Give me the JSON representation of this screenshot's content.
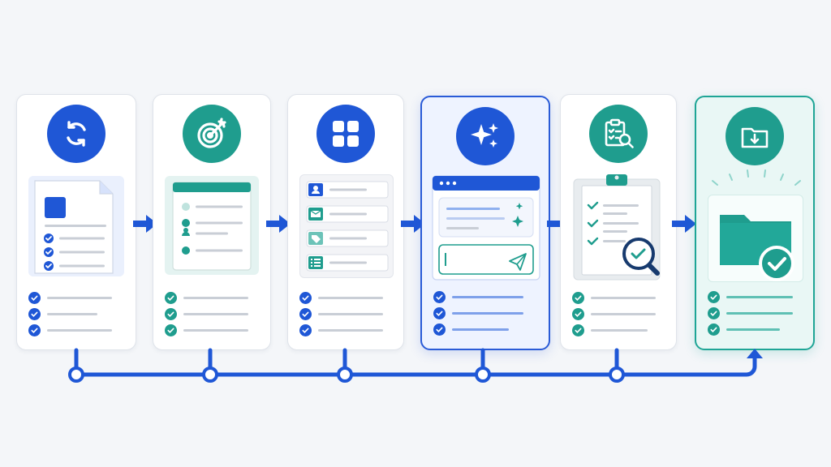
{
  "colors": {
    "blue": "#1f57d6",
    "teal": "#1f9d8e",
    "card_border": "#dfe3ea",
    "line_gray": "#c9ced6",
    "active_blue_bg": "#eef3ff",
    "active_teal_bg": "#e9f7f5"
  },
  "steps": [
    {
      "icon": "sync-icon",
      "panel": "document-icon",
      "accent": "blue"
    },
    {
      "icon": "target-icon",
      "panel": "form-list",
      "accent": "teal"
    },
    {
      "icon": "grid-icon",
      "panel": "category-list",
      "accent": "blue"
    },
    {
      "icon": "sparkle-icon",
      "panel": "ai-compose-window",
      "accent": "blue",
      "highlighted": true
    },
    {
      "icon": "clipboard-search-icon",
      "panel": "review-clipboard",
      "accent": "teal"
    },
    {
      "icon": "folder-download-icon",
      "panel": "folder-check-icon",
      "accent": "teal",
      "highlighted": true
    }
  ],
  "category_icons": [
    "user-icon",
    "mail-icon",
    "tag-icon",
    "list-icon"
  ],
  "timeline_nodes": 5
}
